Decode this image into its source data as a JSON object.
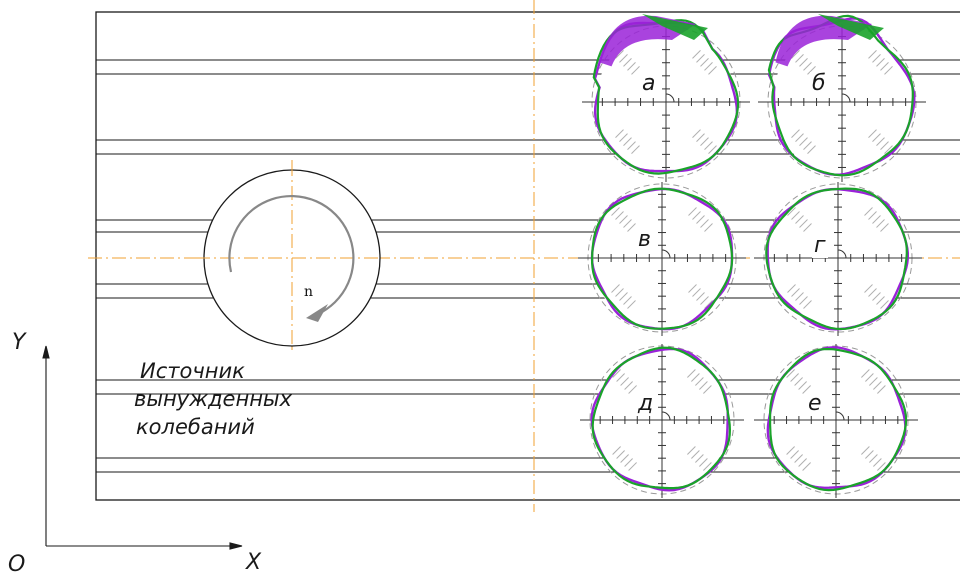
{
  "axes": {
    "y_label": "Y",
    "x_label": "X",
    "origin_label": "O"
  },
  "source": {
    "line1": "Источник",
    "line2": "вынужденных",
    "line3": "колебаний",
    "rotation_label": "n"
  },
  "panels": [
    {
      "id": "a",
      "label": "а"
    },
    {
      "id": "b",
      "label": "б"
    },
    {
      "id": "v",
      "label": "в"
    },
    {
      "id": "g",
      "label": "г"
    },
    {
      "id": "d",
      "label": "д"
    },
    {
      "id": "e",
      "label": "е"
    }
  ],
  "colors": {
    "outline": "#1a1a1a",
    "centerline": "#f0a030",
    "profile_green": "#1aa32a",
    "profile_purple": "#9a22d8",
    "ref_circle": "#999999",
    "rotation_arrow": "#888888"
  }
}
